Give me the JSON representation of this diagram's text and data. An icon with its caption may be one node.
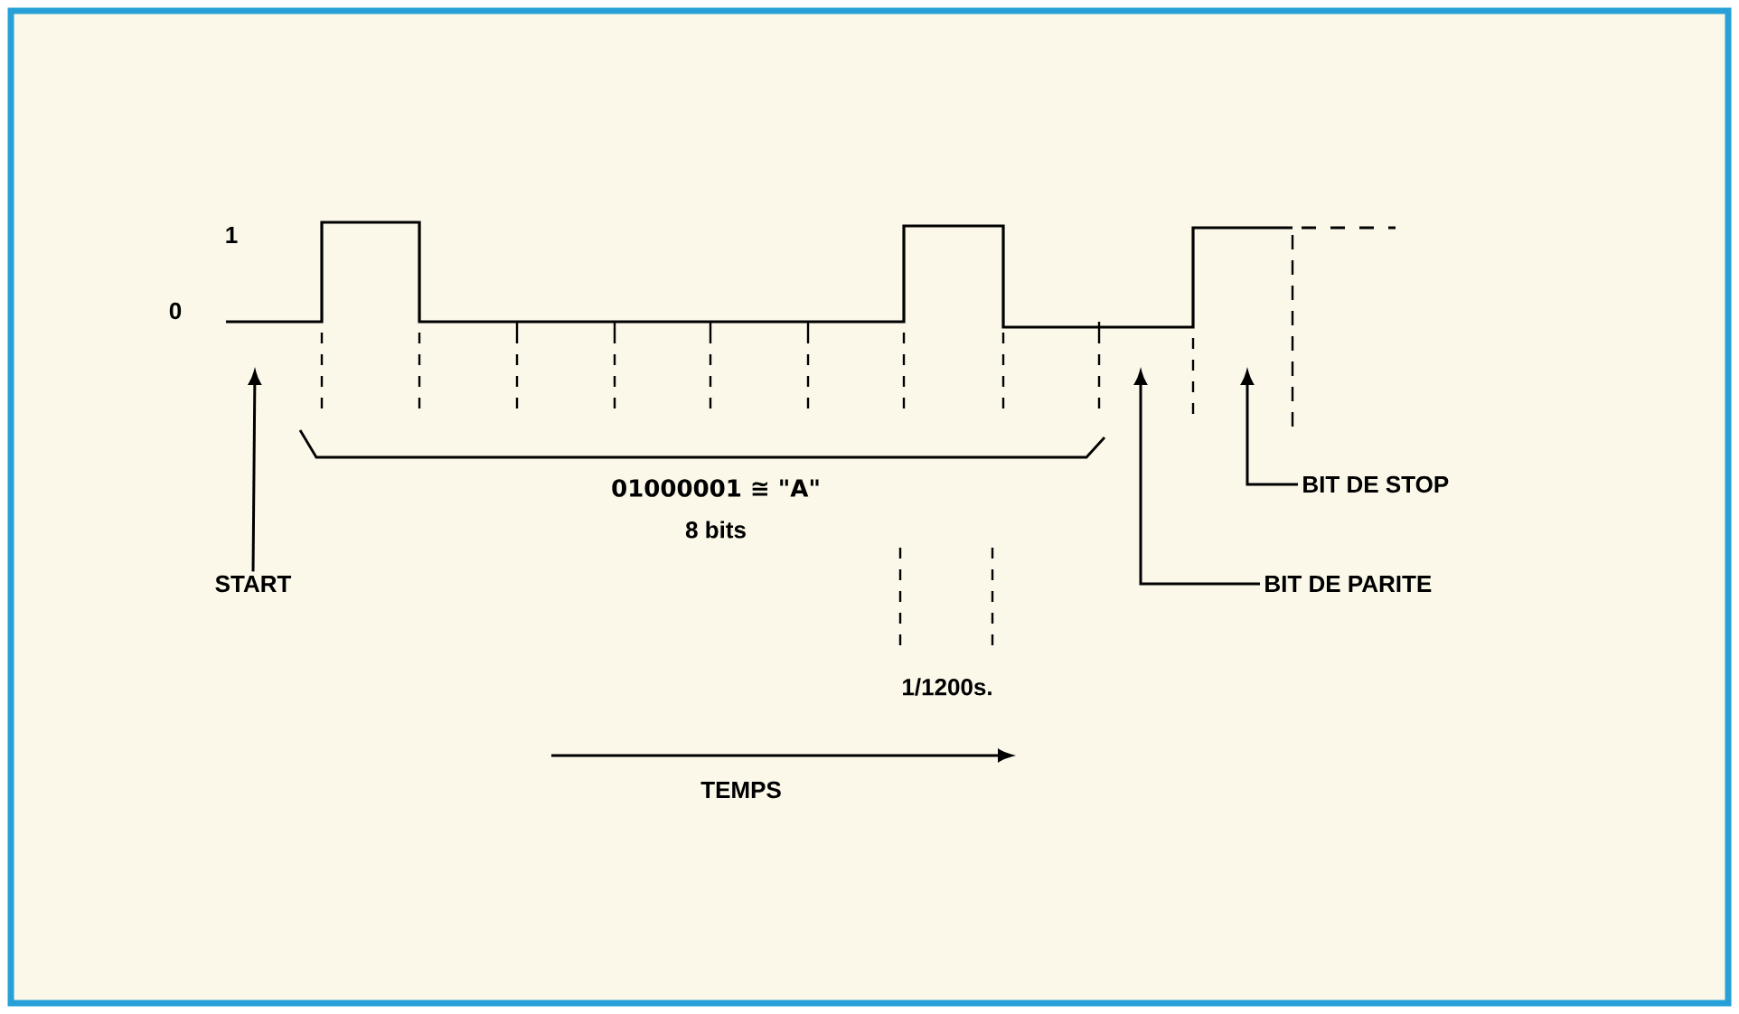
{
  "diagram": {
    "nodes": [
      {
        "text": [
          "BIT DE STOP"
        ]
      },
      {
        "text": [
          "START"
        ]
      },
      {
        "text": [
          "BIT DE PARITE"
        ]
      }
    ],
    "edges": [
      {
        "from": 0,
        "to": null,
        "arrow": "to"
      },
      {
        "from": 1,
        "to": null,
        "arrow": "to"
      },
      {
        "from": 2,
        "to": null,
        "arrow": "to"
      }
    ],
    "labels": [
      "1",
      "0",
      "01000001 ≅ \"A\"",
      "8 bits",
      "1/1200s.",
      "TEMPS"
    ]
  }
}
